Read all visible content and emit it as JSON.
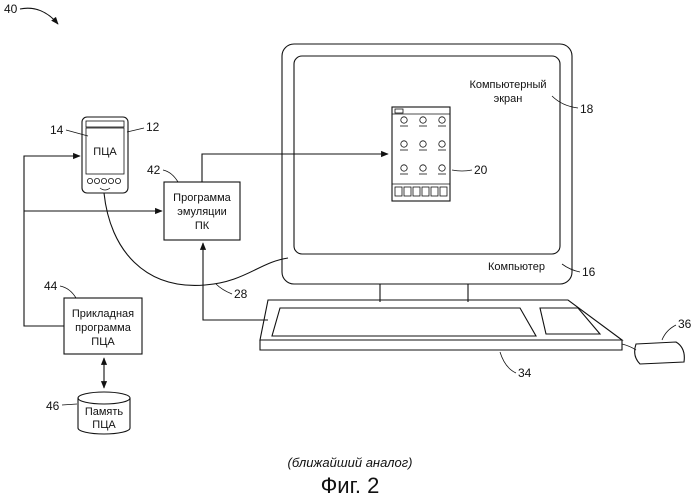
{
  "figure": {
    "ref_main": "40",
    "caption_note": "(ближайший аналог)",
    "caption_title": "Фиг. 2"
  },
  "pda": {
    "label": "ПЦА",
    "ref_device": "12",
    "ref_screen": "14"
  },
  "emulation_box": {
    "lines": [
      "Программа",
      "эмуляции",
      "ПК"
    ],
    "ref": "42"
  },
  "app_box": {
    "lines": [
      "Прикладная",
      "программа",
      "ПЦА"
    ],
    "ref": "44"
  },
  "memory": {
    "lines": [
      "Память",
      "ПЦА"
    ],
    "ref": "46"
  },
  "computer": {
    "screen_label_lines": [
      "Компьютерный",
      "экран"
    ],
    "screen_ref": "18",
    "emulated_ref": "20",
    "label": "Компьютер",
    "ref": "16"
  },
  "connection_ref": "28",
  "keyboard_ref": "34",
  "mouse_ref": "36"
}
